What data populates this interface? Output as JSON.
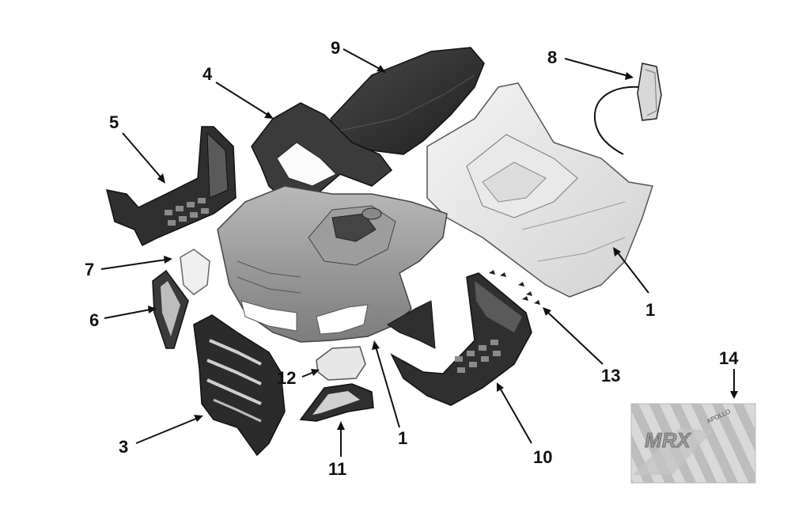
{
  "callouts": [
    {
      "id": "1a",
      "label": "1"
    },
    {
      "id": "1b",
      "label": "1"
    },
    {
      "id": "3",
      "label": "3"
    },
    {
      "id": "4",
      "label": "4"
    },
    {
      "id": "5",
      "label": "5"
    },
    {
      "id": "6",
      "label": "6"
    },
    {
      "id": "7",
      "label": "7"
    },
    {
      "id": "8",
      "label": "8"
    },
    {
      "id": "9",
      "label": "9"
    },
    {
      "id": "10",
      "label": "10"
    },
    {
      "id": "11",
      "label": "11"
    },
    {
      "id": "12",
      "label": "12"
    },
    {
      "id": "13",
      "label": "13"
    },
    {
      "id": "14",
      "label": "14"
    }
  ],
  "decal_sheet": {
    "logo_text": "MRX",
    "repeat_text": "APOLLO"
  },
  "colors": {
    "dark_part": "#2e2e2e",
    "mid_part": "#8a8a8a",
    "light_part": "#e6e6e6",
    "outline": "#3a3a3a"
  }
}
